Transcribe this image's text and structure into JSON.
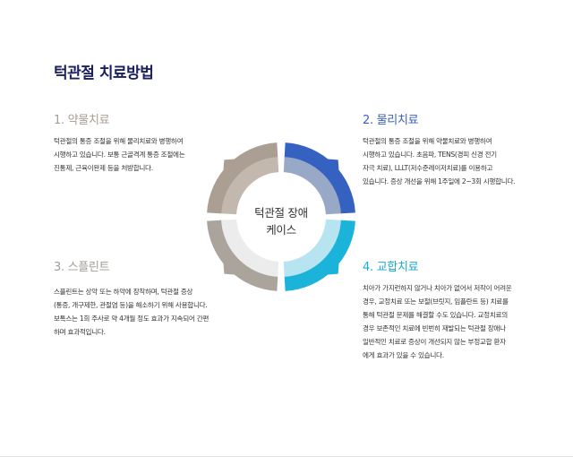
{
  "title": "턱관절 치료방법",
  "center_label": "턱관절 장애\n케이스",
  "colors": {
    "title": "#1b2060",
    "q1_outer": "#ab9f93",
    "q1_inner": "#c3b8ad",
    "q2_outer": "#3561c1",
    "q2_inner": "#98a9c8",
    "q3_outer": "#1bb3d9",
    "q3_inner": "#b6e4f1",
    "q4_outer": "#aba49c",
    "q4_inner": "#ececec"
  },
  "sections": [
    {
      "heading": "1. 약물치료",
      "body": "턱관절의 통증 조절을 위해 물리치료와 병행하여\n시행하고 있습니다. 보통 근골격계 통증 조절에는\n진통제, 근육이완제 등을 처방합니다."
    },
    {
      "heading": "2. 물리치료",
      "body": "턱관절의 통증 조절을 위해 약물치료와 병행하여\n시행하고 있습니다. 초음파, TENS(경피 신경 전기\n자극 치료), LLLT(저수준레이저치료)를 이용하고\n있습니다. 증상 개선을 위해 1주일에 2~3회 시행합니다."
    },
    {
      "heading": "3. 스플린트",
      "body": "스플린트는 상악 또는 하악에 장착하며, 턱관절 증상\n(통증, 개구제한, 관절염 등)을 해소하기 위해 사용합니다.\n보톡스는 1회 주사로 약 4개월 정도 효과가 지속되어 간편\n하며 효과적입니다."
    },
    {
      "heading": "4. 교합치료",
      "body": "치아가 가지런하지 않거나 치아가 없어서 저작이 어려운\n경우, 교정치료 또는 보철(브릿지, 임플란트 등) 치료를\n통해 턱관절 문제를 해결할 수도 있습니다. 교정치료의\n경우 보존적인 치료에 빈번히 재발되는 턱관절 장애나\n일반적인 치료로 증상이 개선되지 않는 부정교합 환자\n에게 효과가 있을 수 있습니다."
    }
  ]
}
